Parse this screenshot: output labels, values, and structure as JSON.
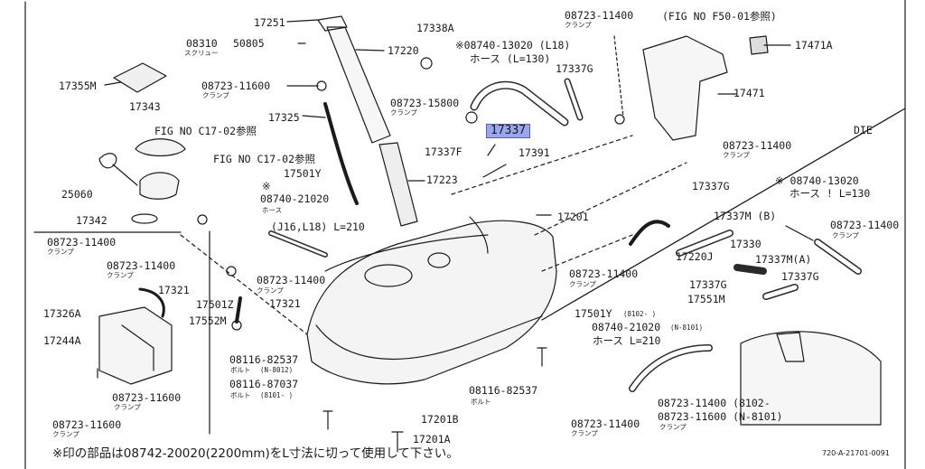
{
  "diagram": {
    "labels": {
      "p17251": "17251",
      "p17338A": "17338A",
      "p08723_11400_top": "08723-11400",
      "clamp_top": "クランプ",
      "fig_f50": "(FIG NO F50-01参照)",
      "p08310": "08310",
      "screw": "スクリュー",
      "p50805": "50805",
      "p17220": "17220",
      "p08740_13020_l18": "※08740-13020 (L18)",
      "hose_l130": "ホース (L=130)",
      "p17471A": "17471A",
      "p17355M": "17355M",
      "p08723_11600_a": "08723-11600",
      "clamp_a": "クランプ",
      "p17337G_a": "17337G",
      "p17471": "17471",
      "p17343": "17343",
      "p08723_15800": "08723-15800",
      "clamp_b": "クランプ",
      "fig_c17_a": "FIG NO C17-02参照",
      "p17325": "17325",
      "p17337": "17337",
      "die": "DIE",
      "fig_c17_b": "FIG NO C17-02参照",
      "p17337F": "17337F",
      "p17391": "17391",
      "p08723_11400_r1": "08723-11400",
      "clamp_r1": "クランプ",
      "p17501Y_a": "17501Y",
      "p17223": "17223",
      "p25060": "25060",
      "mark_a": "※",
      "p08740_21020": "08740-21020",
      "hose_a": "ホース",
      "p08740_13020_b": "※ 08740-13020",
      "hose_l130_b": "ホース ! L=130",
      "p17337G_b": "17337G",
      "p17201": "17201",
      "p17342": "17342",
      "j16_l18": "(J16,L18) L=210",
      "p17337M_B": "17337M (B)",
      "p08723_11400_r2": "08723-11400",
      "clamp_r2": "クランプ",
      "p08723_11400_l1": "08723-11400",
      "clamp_l1": "クランプ",
      "p17330": "17330",
      "p17220J": "17220J",
      "p17337M_A": "17337M(A)",
      "p08723_11400_l2": "08723-11400",
      "clamp_l2": "クランプ",
      "p17321_a": "17321",
      "p08723_11400_m": "08723-11400",
      "clamp_m": "クランプ",
      "p08723_11400_c": "08723-11400",
      "clamp_c": "クランプ",
      "p17337G_c": "17337G",
      "p17337G_d": "17337G",
      "p17501Z": "17501Z",
      "p17321_b": "17321",
      "p17551M": "17551M",
      "p17326A": "17326A",
      "p17552M": "17552M",
      "p17501Y_b": "17501Y",
      "p17501Y_b_range": "(8102-     )",
      "p08740_21020_b": "08740-21020",
      "p08740_21020_b_range": "(N-8101)",
      "hose_l210": "ホース L=210",
      "p17244A": "17244A",
      "p08116_82537_a": "08116-82537",
      "bolt_a": "ボルト",
      "bolt_a_range": "(N-8012)",
      "p08116_87037": "08116-87037",
      "bolt_b": "ボルト",
      "bolt_b_range": "(8101-     )",
      "p08116_82537_b": "08116-82537",
      "bolt_c": "ボルト",
      "p08723_11600_b": "08723-11600",
      "clamp_d": "クランプ",
      "p08723_11600_c": "08723-11600",
      "clamp_e": "クランプ",
      "p17201B": "17201B",
      "p08723_11400_b1": "08723-11400",
      "clamp_b1": "クランプ",
      "p08723_11400_b2": "08723-11400 (8102-",
      "p08723_11600_b2": "08723-11600 (N-8101)",
      "clamp_b2": "クランプ",
      "p17201A": "17201A",
      "footnote": "※印の部品は08742-20020(2200mm)をL寸法に切って使用して下さい。",
      "drawing_code": "720-A-21701-0091"
    },
    "highlight_color": "#9aa6f0"
  }
}
